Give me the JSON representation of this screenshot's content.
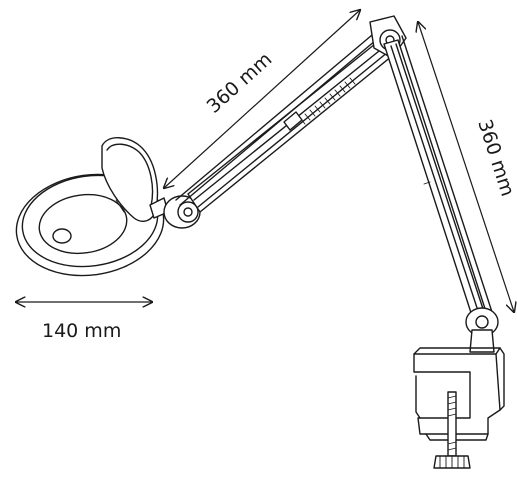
{
  "dimensions": {
    "upper_arm": "360 mm",
    "lower_arm": "360 mm",
    "lens": "140 mm"
  },
  "colors": {
    "line": "#1a1a1a",
    "background": "#ffffff"
  }
}
